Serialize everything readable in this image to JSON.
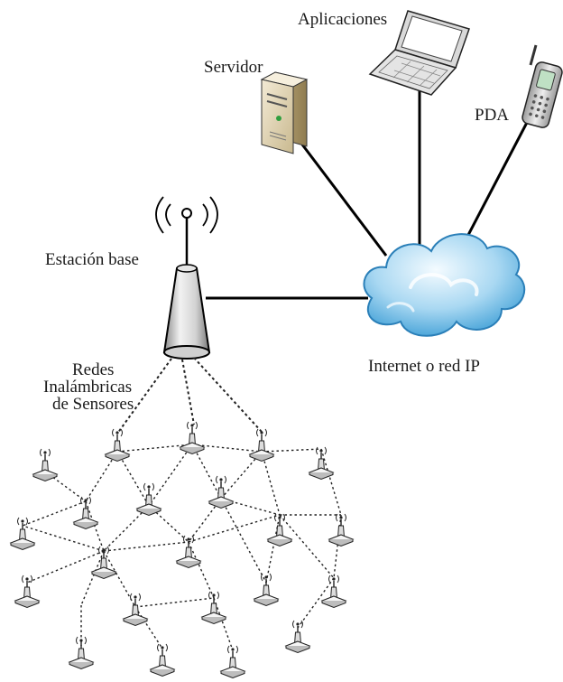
{
  "labels": {
    "servidor": "Servidor",
    "aplicaciones": "Aplicaciones",
    "pda": "PDA",
    "estacion_base": "Estación base",
    "internet": "Internet o red IP",
    "redes_1": "Redes",
    "redes_2": "Inalámbricas",
    "redes_3": "de Sensores"
  },
  "colors": {
    "cloud_light": "#dff1fb",
    "cloud_dark": "#3f9fd6",
    "server_body": "#e8dcc0",
    "link": "#000000"
  },
  "icons": [
    "server-icon",
    "laptop-icon",
    "pda-phone-icon",
    "base-station-tower-icon",
    "cloud-icon",
    "sensor-node-icon"
  ]
}
